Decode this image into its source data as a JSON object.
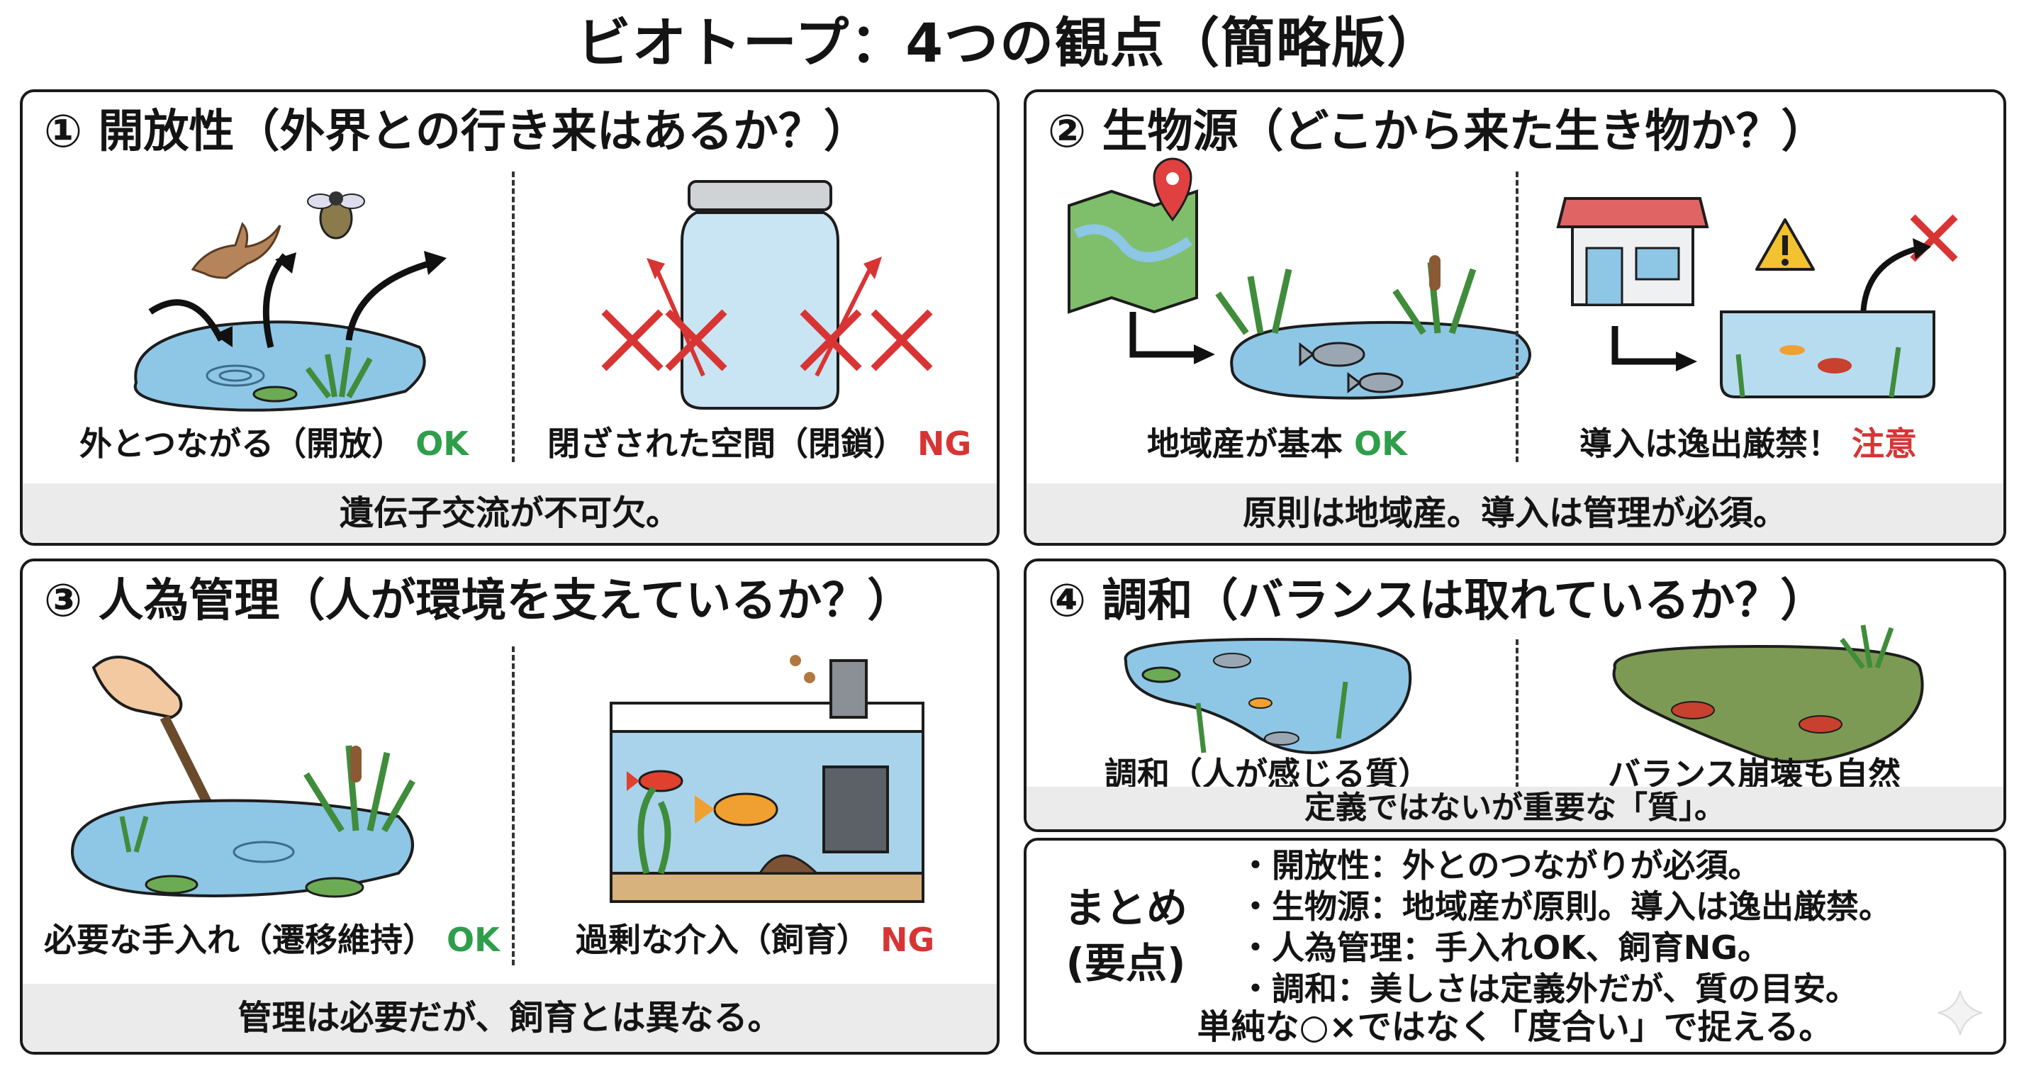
{
  "title": "ビオトープ：4つの観点（簡略版）",
  "panels": {
    "openness": {
      "title": "① 開放性（外界との行き来はあるか？）",
      "left_caption": "外とつながる（開放）",
      "left_status": "OK",
      "right_caption": "閉ざされた空間（閉鎖）",
      "right_status": "NG",
      "conclusion": "遺伝子交流が不可欠。"
    },
    "origin": {
      "title": "② 生物源（どこから来た生き物か？）",
      "left_caption": "地域産が基本",
      "left_status": "OK",
      "right_caption": "導入は逸出厳禁！",
      "right_status": "注意",
      "conclusion": "原則は地域産。導入は管理が必須。"
    },
    "management": {
      "title": "③ 人為管理（人が環境を支えているか？）",
      "left_caption": "必要な手入れ（遷移維持）",
      "left_status": "OK",
      "right_caption": "過剰な介入（飼育）",
      "right_status": "NG",
      "conclusion": "管理は必要だが、飼育とは異なる。"
    },
    "harmony": {
      "title": "④ 調和（バランスは取れているか？）",
      "left_caption": "調和（人が感じる質）",
      "right_caption": "バランス崩壊も自然",
      "conclusion": "定義ではないが重要な「質」。"
    }
  },
  "summary": {
    "label_line1": "まとめ",
    "label_line2": "(要点)",
    "items": [
      "・開放性：外とのつながりが必須。",
      "・生物源：地域産が原則。導入は逸出厳禁。",
      "・人為管理：手入れOK、飼育NG。",
      "・調和：美しさは定義外だが、質の目安。"
    ],
    "footer": "単純な○×ではなく「度合い」で捉える。"
  },
  "colors": {
    "ok": "#2e9e4a",
    "ng": "#d83434",
    "water": "#8ec6e6",
    "band": "#ebebeb"
  },
  "icons": [
    "bird-icon",
    "fly-icon",
    "arrow-icon",
    "jar-icon",
    "cross-icon",
    "map-pin-icon",
    "shop-icon",
    "warning-icon",
    "hand-icon",
    "aquarium-icon",
    "fish-icon",
    "crayfish-icon",
    "sparkle-icon"
  ]
}
